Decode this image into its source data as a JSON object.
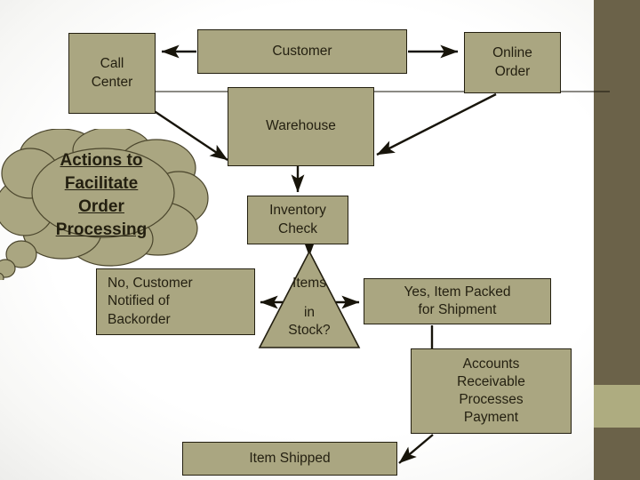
{
  "slide": {
    "title": "Actions to Facilitate Order Processing",
    "theme": {
      "node_fill": "#aaa681",
      "node_border": "#231f10",
      "accent_dark": "#6b6249",
      "accent_light": "#aeac80",
      "background": "#ffffff",
      "text": "#231f10"
    }
  },
  "cloud": {
    "name": "thought-cloud",
    "lines": [
      "Actions to",
      "Facilitate",
      "Order",
      "Processing"
    ]
  },
  "nodes": {
    "call_center": {
      "label": "Call\nCenter",
      "lines": [
        "Call",
        "Center"
      ]
    },
    "customer": {
      "label": "Customer"
    },
    "online_order": {
      "label": "Online\nOrder",
      "lines": [
        "Online",
        "Order"
      ]
    },
    "warehouse": {
      "label": "Warehouse"
    },
    "inventory_check": {
      "label": "Inventory\nCheck",
      "lines": [
        "Inventory",
        "Check"
      ]
    },
    "backorder": {
      "label": "No, Customer Notified of Backorder",
      "lines": [
        "No, Customer",
        "Notified of",
        "Backorder"
      ]
    },
    "packed": {
      "label": "Yes, Item Packed for Shipment",
      "lines": [
        "Yes, Item Packed",
        "for Shipment"
      ]
    },
    "accounts": {
      "label": "Accounts Receivable Processes Payment",
      "lines": [
        "Accounts",
        "Receivable",
        "Processes",
        "Payment"
      ]
    },
    "item_shipped": {
      "label": "Item Shipped"
    }
  },
  "decision": {
    "name": "items-in-stock-decision",
    "lines": [
      "Items",
      "in",
      "Stock?"
    ]
  },
  "connectors": [
    {
      "name": "customer-to-call-center",
      "from": "customer",
      "to": "call_center",
      "style": "arrow"
    },
    {
      "name": "customer-to-online-order",
      "from": "customer",
      "to": "online_order",
      "style": "arrow"
    },
    {
      "name": "call-center-to-warehouse-line",
      "from": "call_center",
      "to": "warehouse",
      "style": "line"
    },
    {
      "name": "call-center-to-warehouse-arrow",
      "from": "call_center",
      "to": "warehouse",
      "style": "arrow"
    },
    {
      "name": "online-order-to-warehouse-arrow",
      "from": "online_order",
      "to": "warehouse",
      "style": "arrow"
    },
    {
      "name": "online-order-right-line",
      "from": "online_order",
      "to": "slide-edge",
      "style": "line"
    },
    {
      "name": "warehouse-to-inventory-check",
      "from": "warehouse",
      "to": "inventory_check",
      "style": "arrow"
    },
    {
      "name": "inventory-check-to-decision",
      "from": "inventory_check",
      "to": "decision",
      "style": "arrow"
    },
    {
      "name": "decision-no-to-backorder",
      "from": "decision",
      "to": "backorder",
      "style": "arrow"
    },
    {
      "name": "decision-yes-to-packed",
      "from": "decision",
      "to": "packed",
      "style": "arrow"
    },
    {
      "name": "packed-to-accounts",
      "from": "packed",
      "to": "accounts",
      "style": "arrow"
    },
    {
      "name": "accounts-to-item-shipped",
      "from": "accounts",
      "to": "item_shipped",
      "style": "arrow"
    }
  ]
}
